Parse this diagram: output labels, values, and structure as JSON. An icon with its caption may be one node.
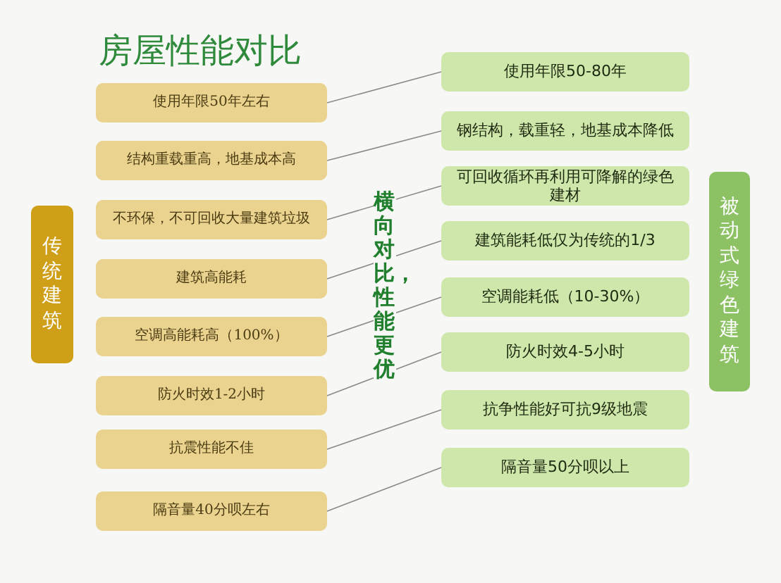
{
  "diagram": {
    "title": "房屋性能对比",
    "nodes": [
      {
        "text": [
          "传统建筑"
        ]
      },
      {
        "text": [
          "使用年限50年左右"
        ]
      },
      {
        "text": [
          "结构重载重高，地基成本高"
        ]
      },
      {
        "text": [
          "不环保，不可回收大量建筑垃圾"
        ]
      },
      {
        "text": [
          "建筑高能耗"
        ]
      },
      {
        "text": [
          "空调高能耗高（100%）"
        ]
      },
      {
        "text": [
          "防火时效1-2小时"
        ]
      },
      {
        "text": [
          "抗震性能不佳"
        ]
      },
      {
        "text": [
          "隔音量40分呗左右"
        ]
      },
      {
        "text": [
          "使用年限50-80年"
        ]
      },
      {
        "text": [
          "钢结构，载重轻，地基成本降低"
        ]
      },
      {
        "text": [
          "可回收循环再利用可降解的绿色建材"
        ]
      },
      {
        "text": [
          "建筑能耗低仅为传统的1/3"
        ]
      },
      {
        "text": [
          "空调能耗低（10-30%）"
        ]
      },
      {
        "text": [
          "防火时效4-5小时"
        ]
      },
      {
        "text": [
          "抗争性能好可抗9级地震"
        ]
      },
      {
        "text": [
          "隔音量50分呗以上"
        ]
      },
      {
        "text": [
          "被动式绿色建筑"
        ]
      }
    ],
    "edges": [
      {
        "from": 1,
        "to": 9,
        "arrow": "none"
      },
      {
        "from": 2,
        "to": 10,
        "arrow": "none"
      },
      {
        "from": 3,
        "to": 11,
        "arrow": "none"
      },
      {
        "from": 4,
        "to": 12,
        "arrow": "none"
      },
      {
        "from": 5,
        "to": 13,
        "arrow": "none"
      },
      {
        "from": 6,
        "to": 14,
        "arrow": "none"
      },
      {
        "from": 7,
        "to": 15,
        "arrow": "none"
      },
      {
        "from": 8,
        "to": 16,
        "arrow": "none"
      }
    ],
    "labels": [
      "横向对比，性能更优"
    ]
  }
}
